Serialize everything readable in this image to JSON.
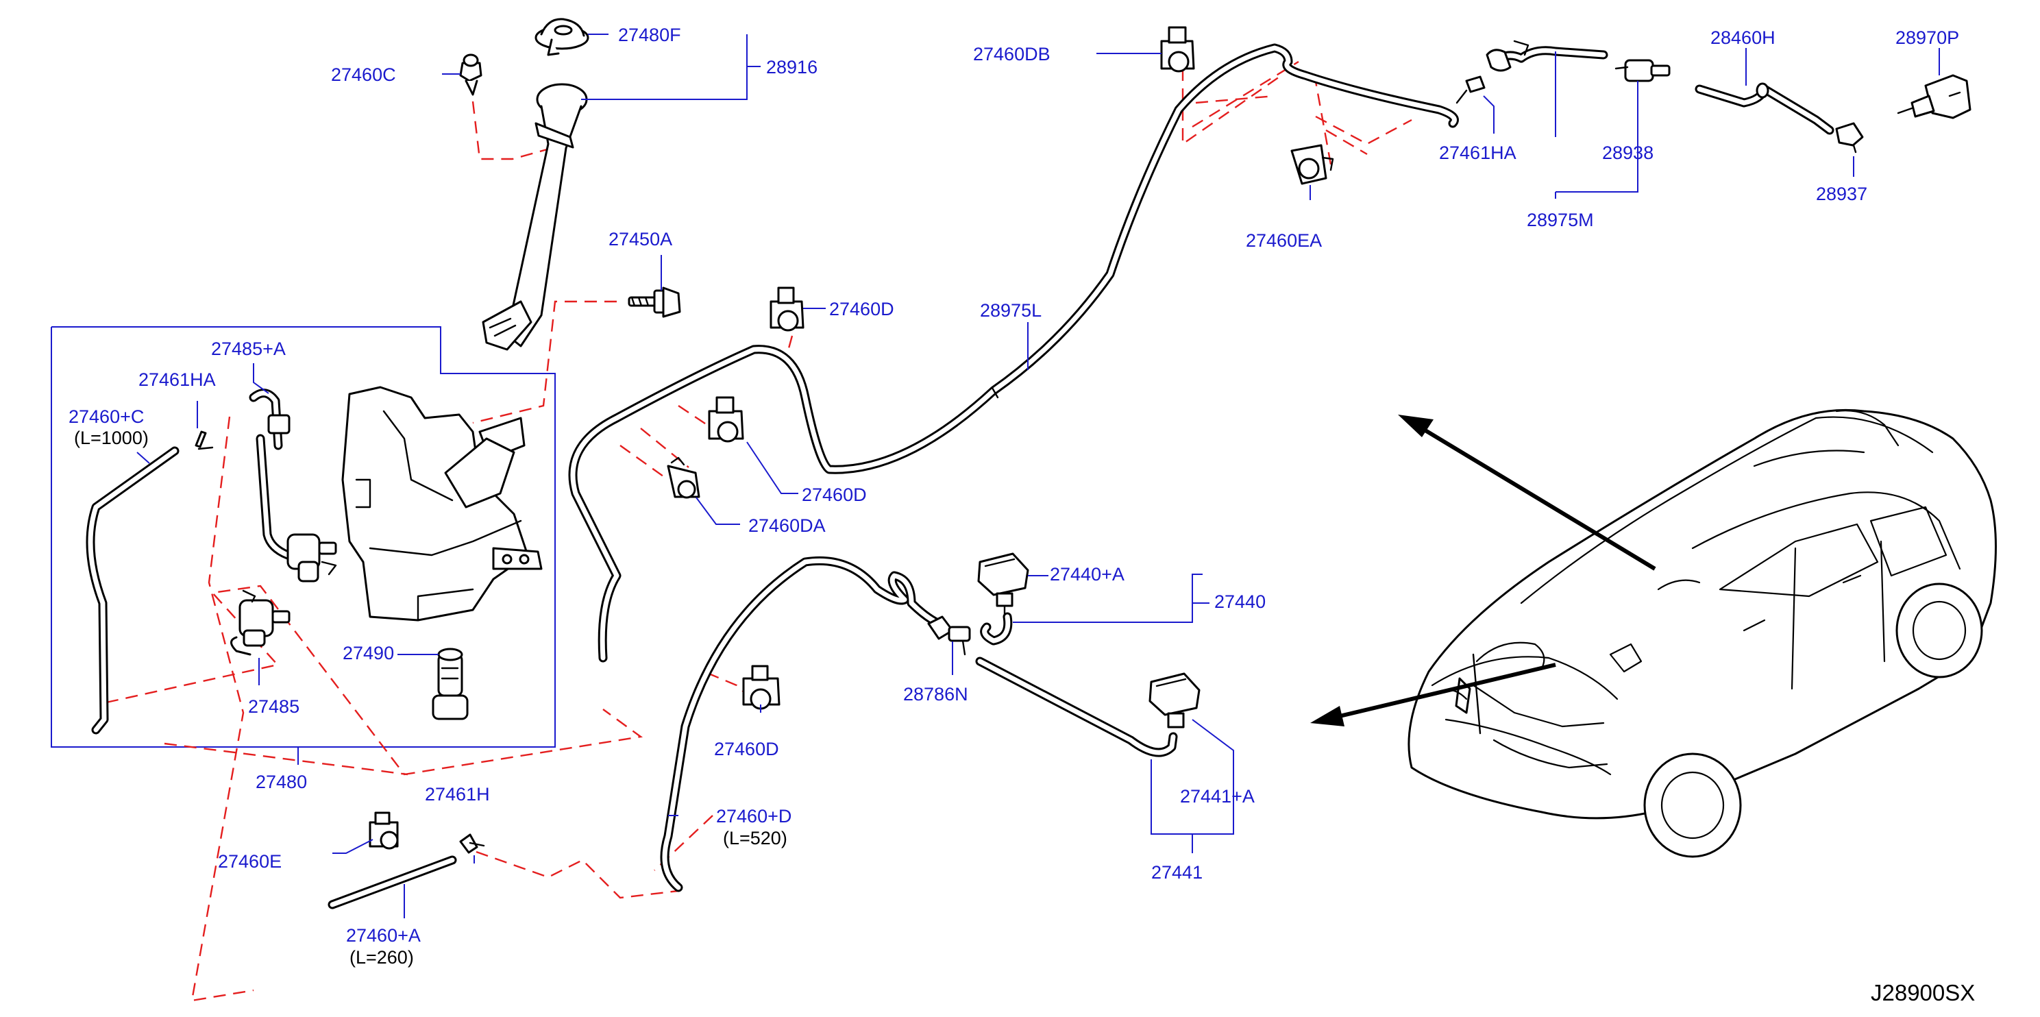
{
  "diagram_code": "J28900SX",
  "labels": {
    "p27480F": "27480F",
    "p28916": "28916",
    "p27460C": "27460C",
    "p27450A": "27450A",
    "p27485A": "27485+A",
    "p27461HA_left": "27461HA",
    "p27460C_len": "27460+C",
    "p27460C_len_note": "(L=1000)",
    "p27490": "27490",
    "p27485": "27485",
    "p27480": "27480",
    "p27460E": "27460E",
    "p27461H": "27461H",
    "p27460A": "27460+A",
    "p27460A_note": "(L=260)",
    "p27460D_top": "27460D",
    "p27460D_mid": "27460D",
    "p27460DA": "27460DA",
    "p27460D_low": "27460D",
    "p27460D_len": "27460+D",
    "p27460D_len_note": "(L=520)",
    "p28975L": "28975L",
    "p27460DB": "27460DB",
    "p27460EA": "27460EA",
    "p27461HA_right": "27461HA",
    "p28938": "28938",
    "p28975M": "28975M",
    "p28460H": "28460H",
    "p28937": "28937",
    "p28970P": "28970P",
    "p27440A": "27440+A",
    "p27440": "27440",
    "p28786N": "28786N",
    "p27441A": "27441+A",
    "p27441": "27441"
  },
  "colors": {
    "label_text": "#1a1acd",
    "leader_line": "#1a1acd",
    "dashed_link": "#e41e1e",
    "line_art": "#000000",
    "background": "#ffffff"
  },
  "icons": [
    "reservoir-tank",
    "washer-pump",
    "filler-neck",
    "hose",
    "clip",
    "nozzle",
    "check-valve",
    "vehicle-illustration"
  ]
}
